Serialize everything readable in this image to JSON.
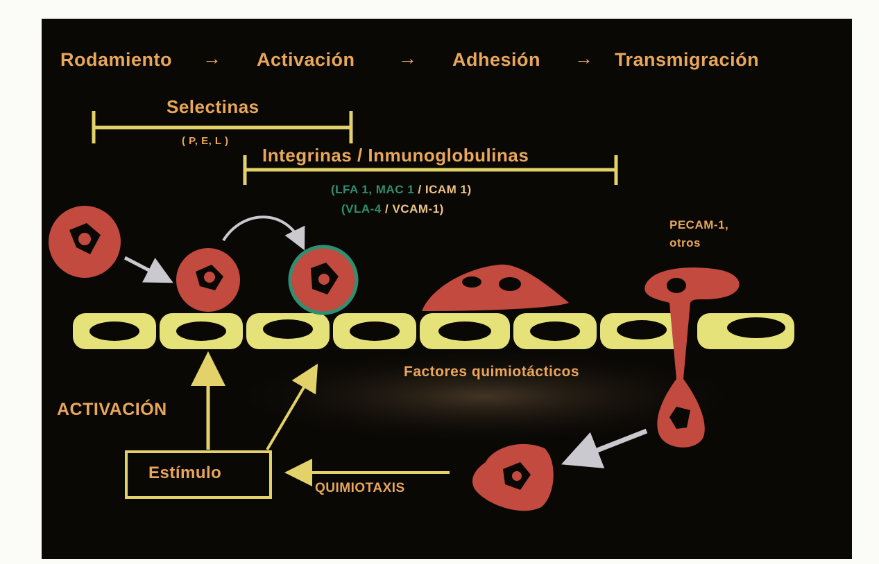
{
  "sequence": {
    "steps": [
      "Rodamiento",
      "Activación",
      "Adhesión",
      "Transmigración"
    ],
    "arrow": "→"
  },
  "selectinas": {
    "label": "Selectinas",
    "types": "( P, E, L )"
  },
  "integrinas": {
    "label": "Integrinas / Inmunoglobulinas",
    "line1_teal": "(LFA 1, MAC 1",
    "line1_sep": "/",
    "line1_ligand": "ICAM 1)",
    "line2_teal": "(VLA-4",
    "line2_sep": "/",
    "line2_ligand": "VCAM-1)"
  },
  "pecam": {
    "line1": "PECAM-1,",
    "line2": "otros"
  },
  "factores": "Factores quimiotácticos",
  "activacion": "ACTIVACIÓN",
  "estimulo": "Estímulo",
  "quimiotaxis": "QUIMIOTAXIS",
  "colors": {
    "background": "#0a0805",
    "text_orange": "#e9a75c",
    "bracket_yellow": "#e3d26a",
    "endothelium": "#e6e27a",
    "leukocyte_red": "#c24a3f",
    "integrin_green": "#2f8f73",
    "arrow_grey": "#c9c9cf"
  },
  "icons": [
    "white-arrow-icon",
    "curved-arrow-icon",
    "yellow-arrow-icon"
  ]
}
